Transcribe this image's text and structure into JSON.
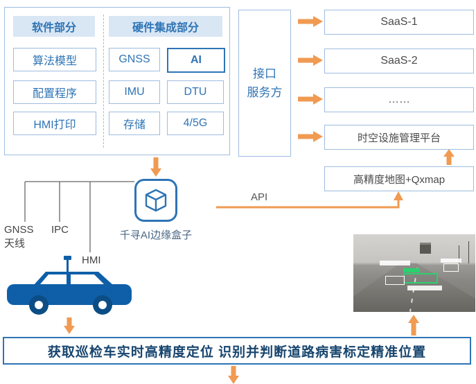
{
  "colors": {
    "accent_blue": "#2e74b5",
    "light_border": "#9dbce0",
    "header_bg": "#d9e6f4",
    "arrow_orange": "#f09a52",
    "car_blue": "#0f5fa8",
    "banner_text": "#17456e",
    "detection_green": "#2bd06e"
  },
  "panel": {
    "software": {
      "header": "软件部分",
      "items": [
        "算法模型",
        "配置程序",
        "HMI打印"
      ]
    },
    "hardware": {
      "header": "硬件集成部分",
      "items": [
        "GNSS",
        "AI",
        "IMU",
        "DTU",
        "存储",
        "4/5G"
      ]
    }
  },
  "interface_box": {
    "line1": "接口",
    "line2": "服务方"
  },
  "outputs": {
    "saas1": "SaaS-1",
    "saas2": "SaaS-2",
    "ellipsis": "……",
    "platform": "时空设施管理平台",
    "map": "高精度地图+Qxmap"
  },
  "edge_box": {
    "label": "千寻AI边缘盒子"
  },
  "api_label": "API",
  "vehicle": {
    "gnss_line1": "GNSS",
    "gnss_line2": "天线",
    "ipc": "IPC",
    "hmi": "HMI"
  },
  "banner": {
    "text": "获取巡检车实时高精度定位 识别并判断道路病害标定精准位置"
  }
}
